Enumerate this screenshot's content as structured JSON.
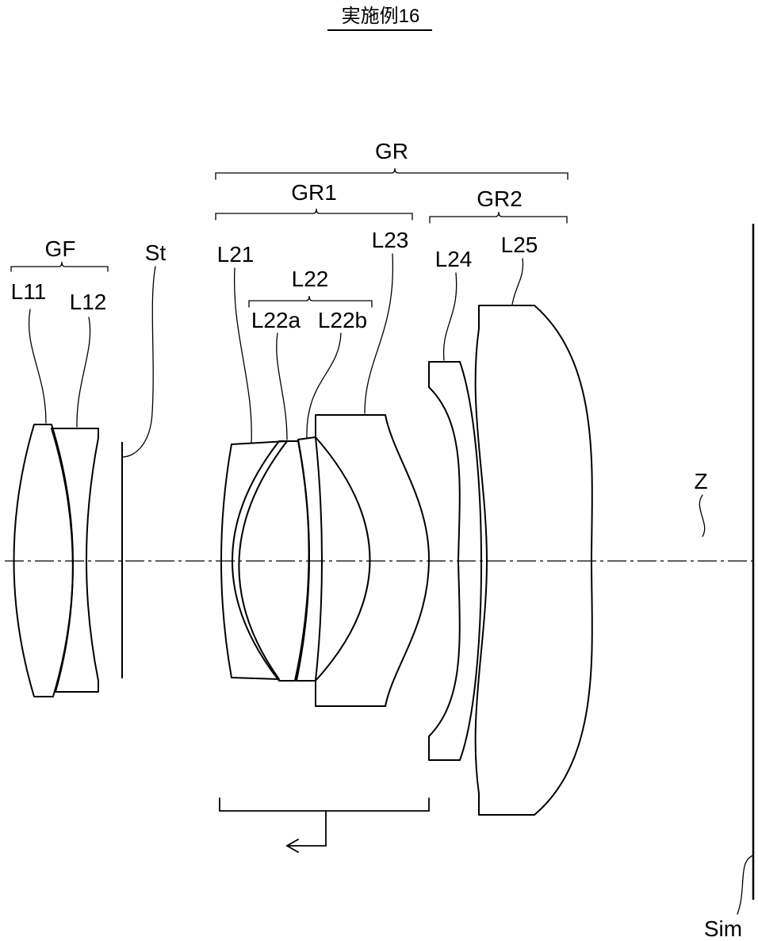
{
  "title": "実施例16",
  "labels": {
    "gr": "GR",
    "gr1": "GR1",
    "gr2": "GR2",
    "gf": "GF",
    "st": "St",
    "l11": "L11",
    "l12": "L12",
    "l21": "L21",
    "l22": "L22",
    "l22a": "L22a",
    "l22b": "L22b",
    "l23": "L23",
    "l24": "L24",
    "l25": "L25",
    "z": "Z",
    "sim": "Sim"
  }
}
